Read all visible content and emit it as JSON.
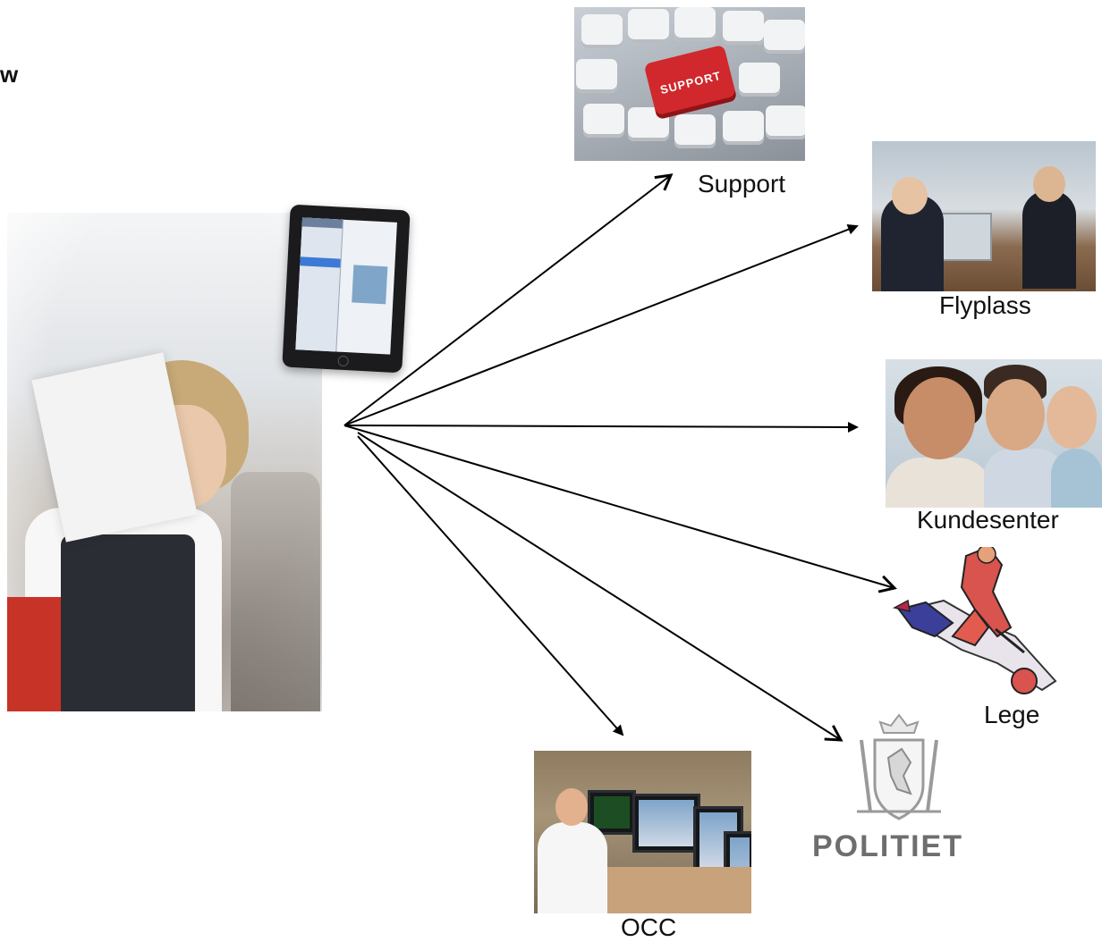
{
  "corner_text": "w",
  "labels": {
    "support": "Support",
    "flyplass": "Flyplass",
    "kundesenter": "Kundesenter",
    "lege": "Lege",
    "occ": "OCC",
    "politiet": "POLITIET"
  },
  "support_key_text": "SUPPORT",
  "colors": {
    "arrow": "#000000",
    "label_text": "#111111",
    "politiet_text": "#6e6e6e",
    "support_key": "#d0282c"
  }
}
